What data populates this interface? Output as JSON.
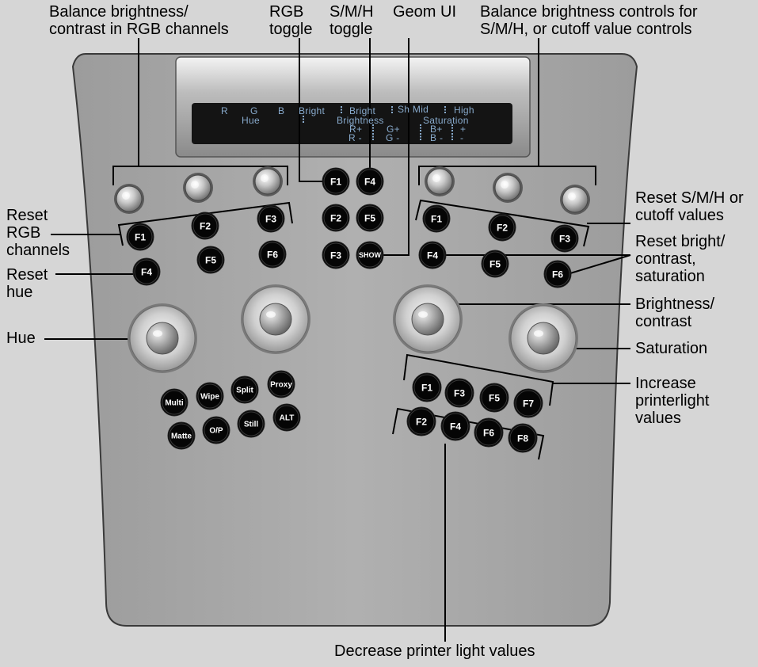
{
  "colors": {
    "background": "#d6d6d6",
    "panel": "#a9a9a9",
    "display_glass": "#141414",
    "display_text": "#88aacc",
    "button": "#050505",
    "button_text": "#ffffff"
  },
  "display": {
    "row1": [
      "R",
      "G",
      "B",
      "Bright",
      "Bright",
      "Sh Mid",
      "High"
    ],
    "row2": [
      "Hue",
      "Brightness",
      "Saturation"
    ],
    "row3": [
      "R+",
      "G+",
      "B+",
      "+"
    ],
    "row4": [
      "R -",
      "G -",
      "B -",
      "-"
    ]
  },
  "buttons": {
    "left_reset": [
      "F1",
      "F2",
      "F3",
      "F4",
      "F5",
      "F6"
    ],
    "center_col1": [
      "F1",
      "F2",
      "F3"
    ],
    "center_col2": [
      "F4",
      "F5",
      "SHOW"
    ],
    "right_reset": [
      "F1",
      "F2",
      "F3",
      "F4",
      "F5",
      "F6"
    ],
    "mode": [
      "Multi",
      "Wipe",
      "Split",
      "Proxy",
      "Matte",
      "O/P",
      "Still",
      "ALT"
    ],
    "printer_increase": [
      "F1",
      "F3",
      "F5",
      "F7"
    ],
    "printer_decrease": [
      "F2",
      "F4",
      "F6",
      "F8"
    ]
  },
  "callouts": {
    "balance_rgb": [
      "Balance brightness/",
      "contrast in RGB channels"
    ],
    "rgb_toggle": [
      "RGB",
      "toggle"
    ],
    "smh_toggle": [
      "S/M/H",
      "toggle"
    ],
    "geom_ui": [
      "Geom UI"
    ],
    "balance_smh": [
      "Balance brightness controls for",
      "S/M/H, or cutoff value controls"
    ],
    "reset_rgb": [
      "Reset",
      "RGB",
      "channels"
    ],
    "reset_hue": [
      "Reset",
      "hue"
    ],
    "hue": [
      "Hue"
    ],
    "reset_smh": [
      "Reset S/M/H or",
      "cutoff values"
    ],
    "reset_bright": [
      "Reset bright/",
      "contrast,",
      "saturation"
    ],
    "brightness": [
      "Brightness/",
      "contrast"
    ],
    "saturation": [
      "Saturation"
    ],
    "increase_printer": [
      "Increase",
      "printerlight",
      "values"
    ],
    "decrease_printer": [
      "Decrease printer light values"
    ]
  }
}
